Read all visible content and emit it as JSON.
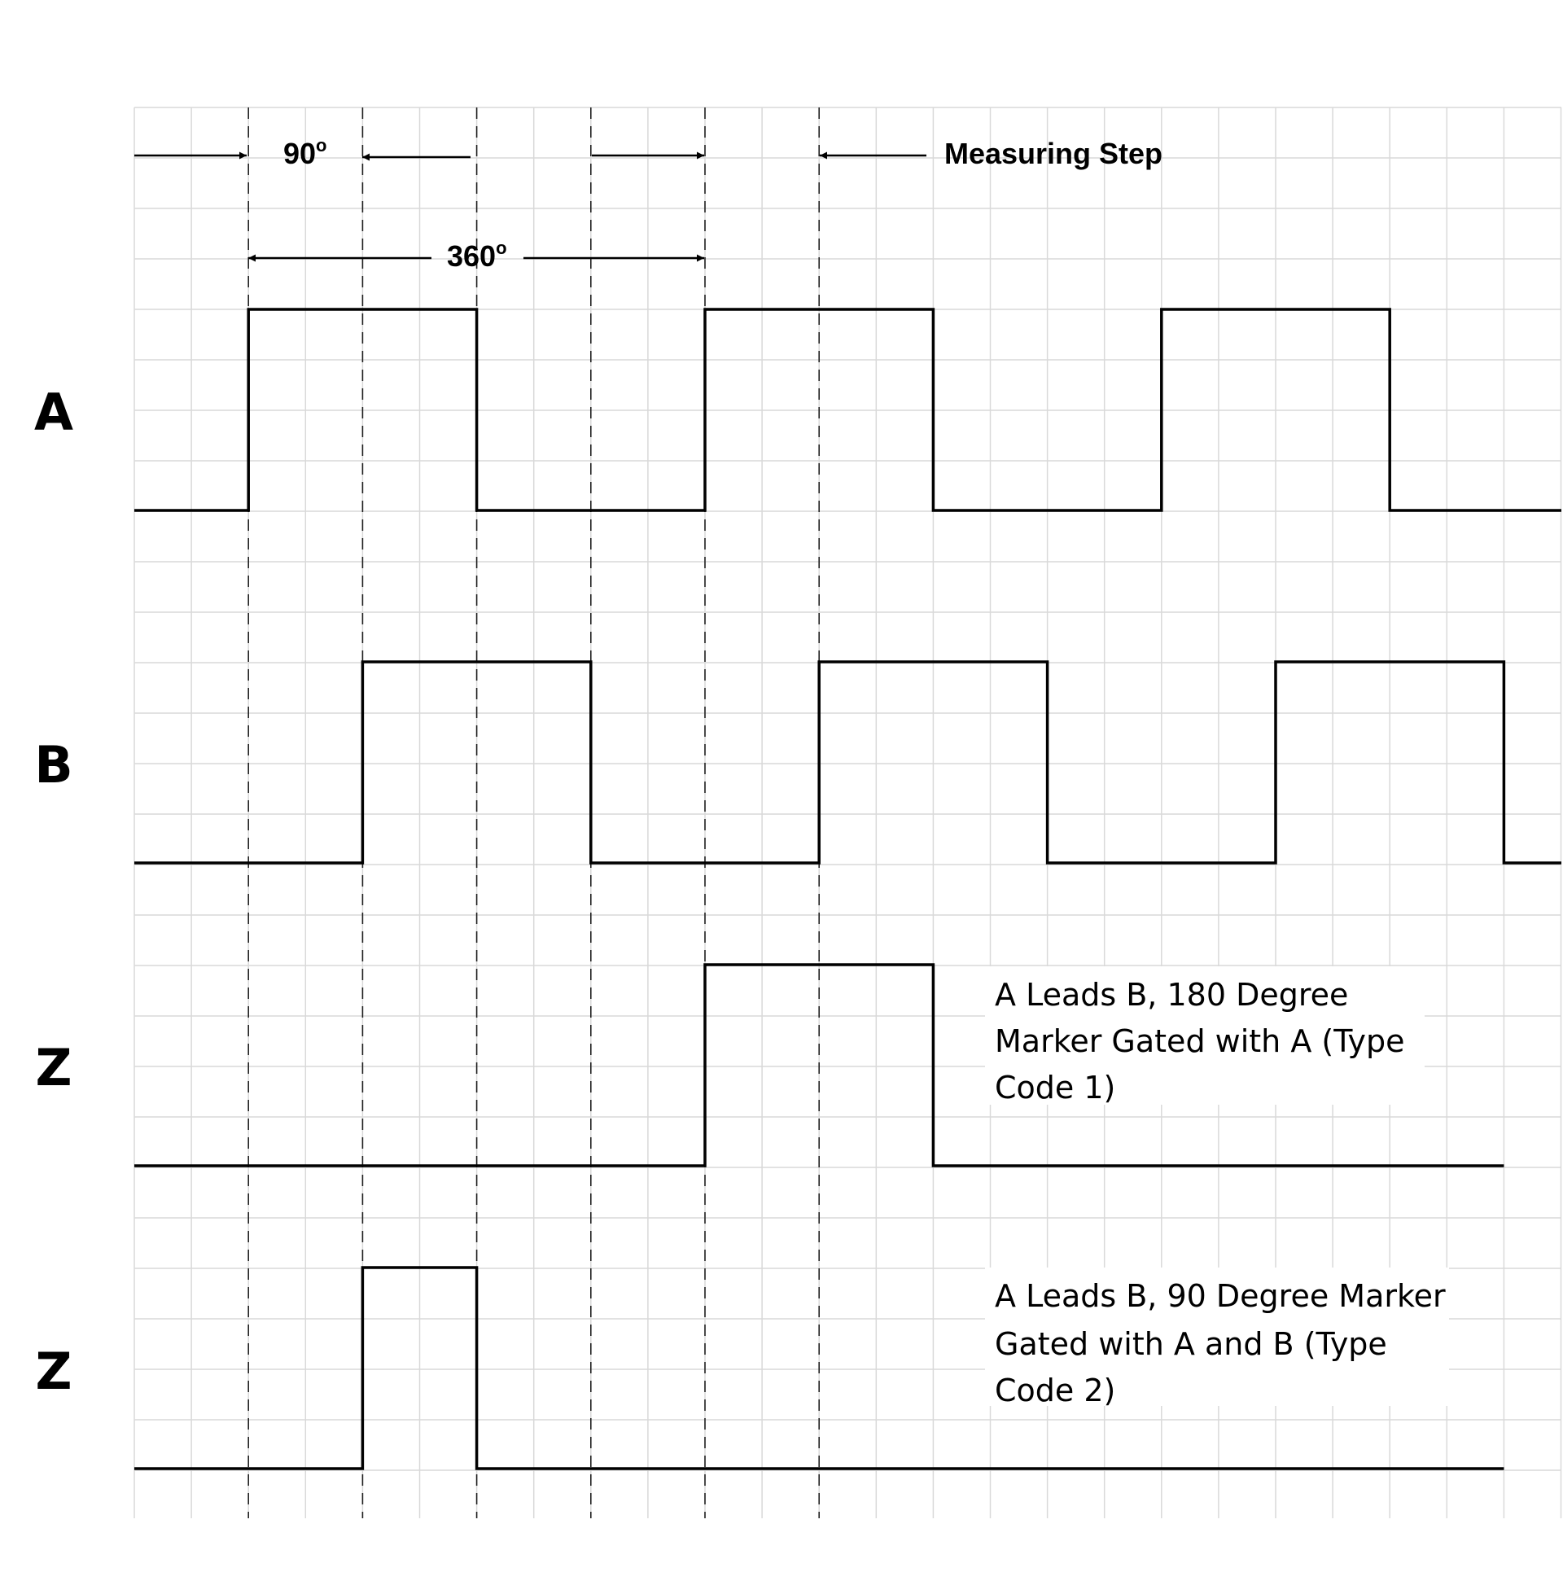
{
  "signals": [
    {
      "label": "A",
      "levels": [
        0,
        1,
        1,
        0,
        0,
        1,
        1,
        0,
        0,
        1,
        1,
        0,
        0
      ]
    },
    {
      "label": "B",
      "levels": [
        0,
        0,
        1,
        1,
        0,
        0,
        1,
        1,
        0,
        0,
        1,
        1,
        0
      ]
    },
    {
      "label": "Z",
      "levels": [
        0,
        0,
        0,
        0,
        0,
        1,
        1,
        0,
        0,
        0,
        0,
        0
      ]
    },
    {
      "label": "Z",
      "levels": [
        0,
        0,
        1,
        0,
        0,
        0,
        0,
        0,
        0,
        0,
        0,
        0
      ]
    }
  ],
  "annotations": {
    "phase_label": "90",
    "phase_sup": "o",
    "period_label": "360",
    "period_sup": "o",
    "measuring_step": "Measuring Step"
  },
  "notes": {
    "type1": [
      "A Leads B, 180 Degree",
      "Marker Gated with A (Type",
      "Code 1)"
    ],
    "type2": [
      "A Leads B, 90 Degree Marker",
      "Gated with A and B (Type",
      "Code 2)"
    ]
  }
}
